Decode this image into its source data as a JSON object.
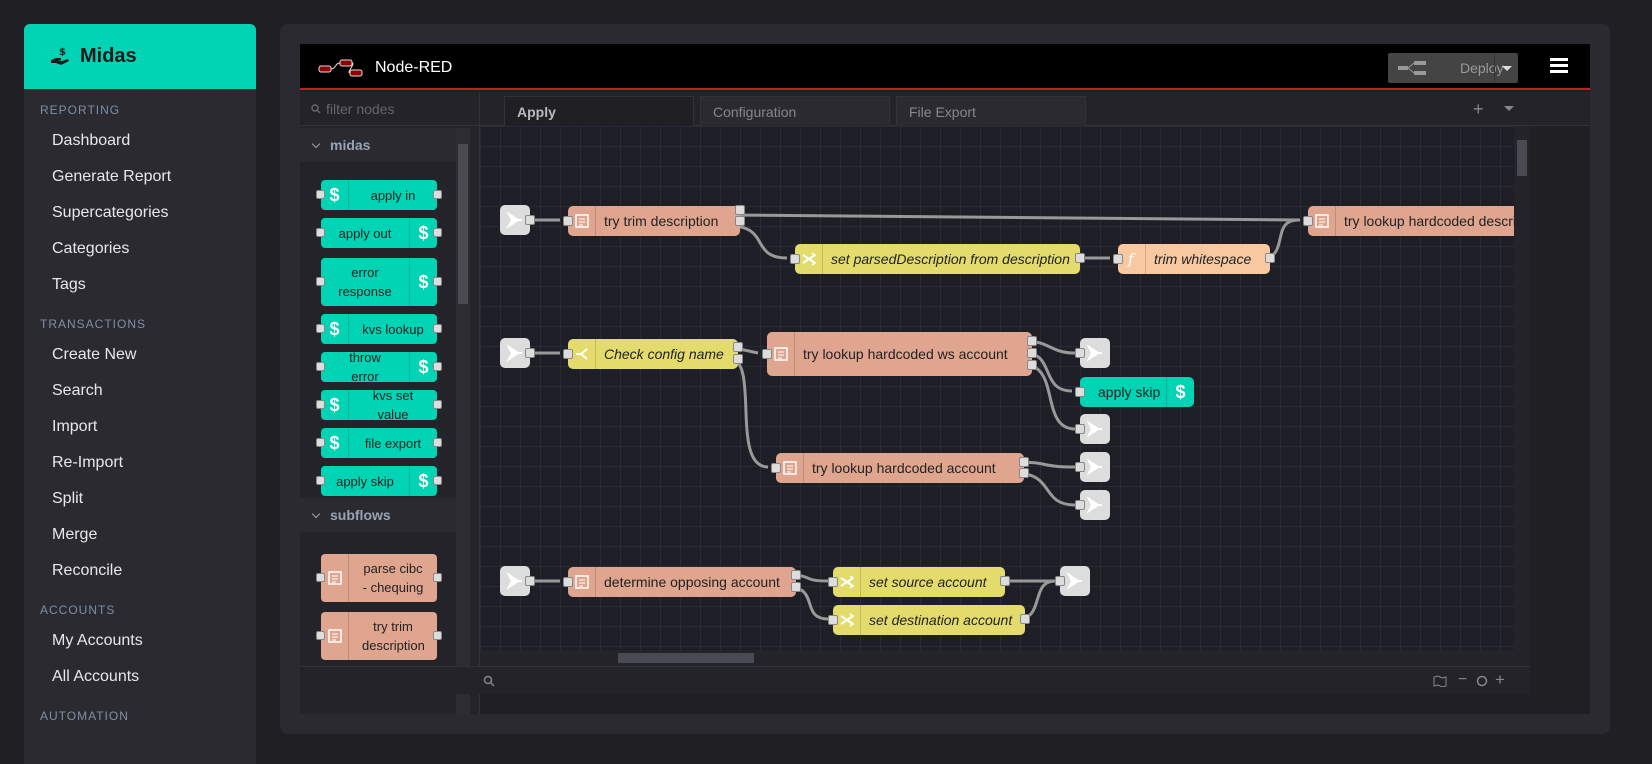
{
  "brand": {
    "name": "Midas"
  },
  "sidebar": {
    "sections": [
      {
        "title": "REPORTING",
        "items": [
          "Dashboard",
          "Generate Report",
          "Supercategories",
          "Categories",
          "Tags"
        ]
      },
      {
        "title": "TRANSACTIONS",
        "items": [
          "Create New",
          "Search",
          "Import",
          "Re-Import",
          "Split",
          "Merge",
          "Reconcile"
        ]
      },
      {
        "title": "ACCOUNTS",
        "items": [
          "My Accounts",
          "All Accounts"
        ]
      },
      {
        "title": "AUTOMATION",
        "items": []
      }
    ]
  },
  "nodered": {
    "title": "Node-RED",
    "deploy_label": "Deploy",
    "filter_placeholder": "filter nodes",
    "tabs": [
      "Apply",
      "Configuration",
      "File Export"
    ],
    "palette": {
      "categories": [
        "midas",
        "subflows"
      ],
      "midas_nodes": [
        {
          "label": "apply in",
          "icon_side": "left"
        },
        {
          "label": "apply out",
          "icon_side": "right"
        },
        {
          "label": "error response",
          "icon_side": "right"
        },
        {
          "label": "kvs lookup",
          "icon_side": "left"
        },
        {
          "label": "throw error",
          "icon_side": "right"
        },
        {
          "label": "kvs set value",
          "icon_side": "left"
        },
        {
          "label": "file export",
          "icon_side": "left"
        },
        {
          "label": "apply skip",
          "icon_side": "right"
        }
      ],
      "subflow_nodes": [
        "parse cibc - chequing",
        "try trim description"
      ]
    },
    "flow_nodes": {
      "n1": "try trim description",
      "n2": "set parsedDescription from description",
      "n3": "trim whitespace",
      "n4": "try lookup hardcoded descrip",
      "n5": "Check config name",
      "n6": "try lookup hardcoded ws account",
      "n7": "apply skip",
      "n8": "try lookup hardcoded account",
      "n9": "determine opposing account",
      "n10": "set source account",
      "n11": "set destination account"
    },
    "colors": {
      "accent": "#00d4b4",
      "template": "#e0a58f",
      "change": "#e3dc6d",
      "function": "#f8c9a0"
    }
  }
}
